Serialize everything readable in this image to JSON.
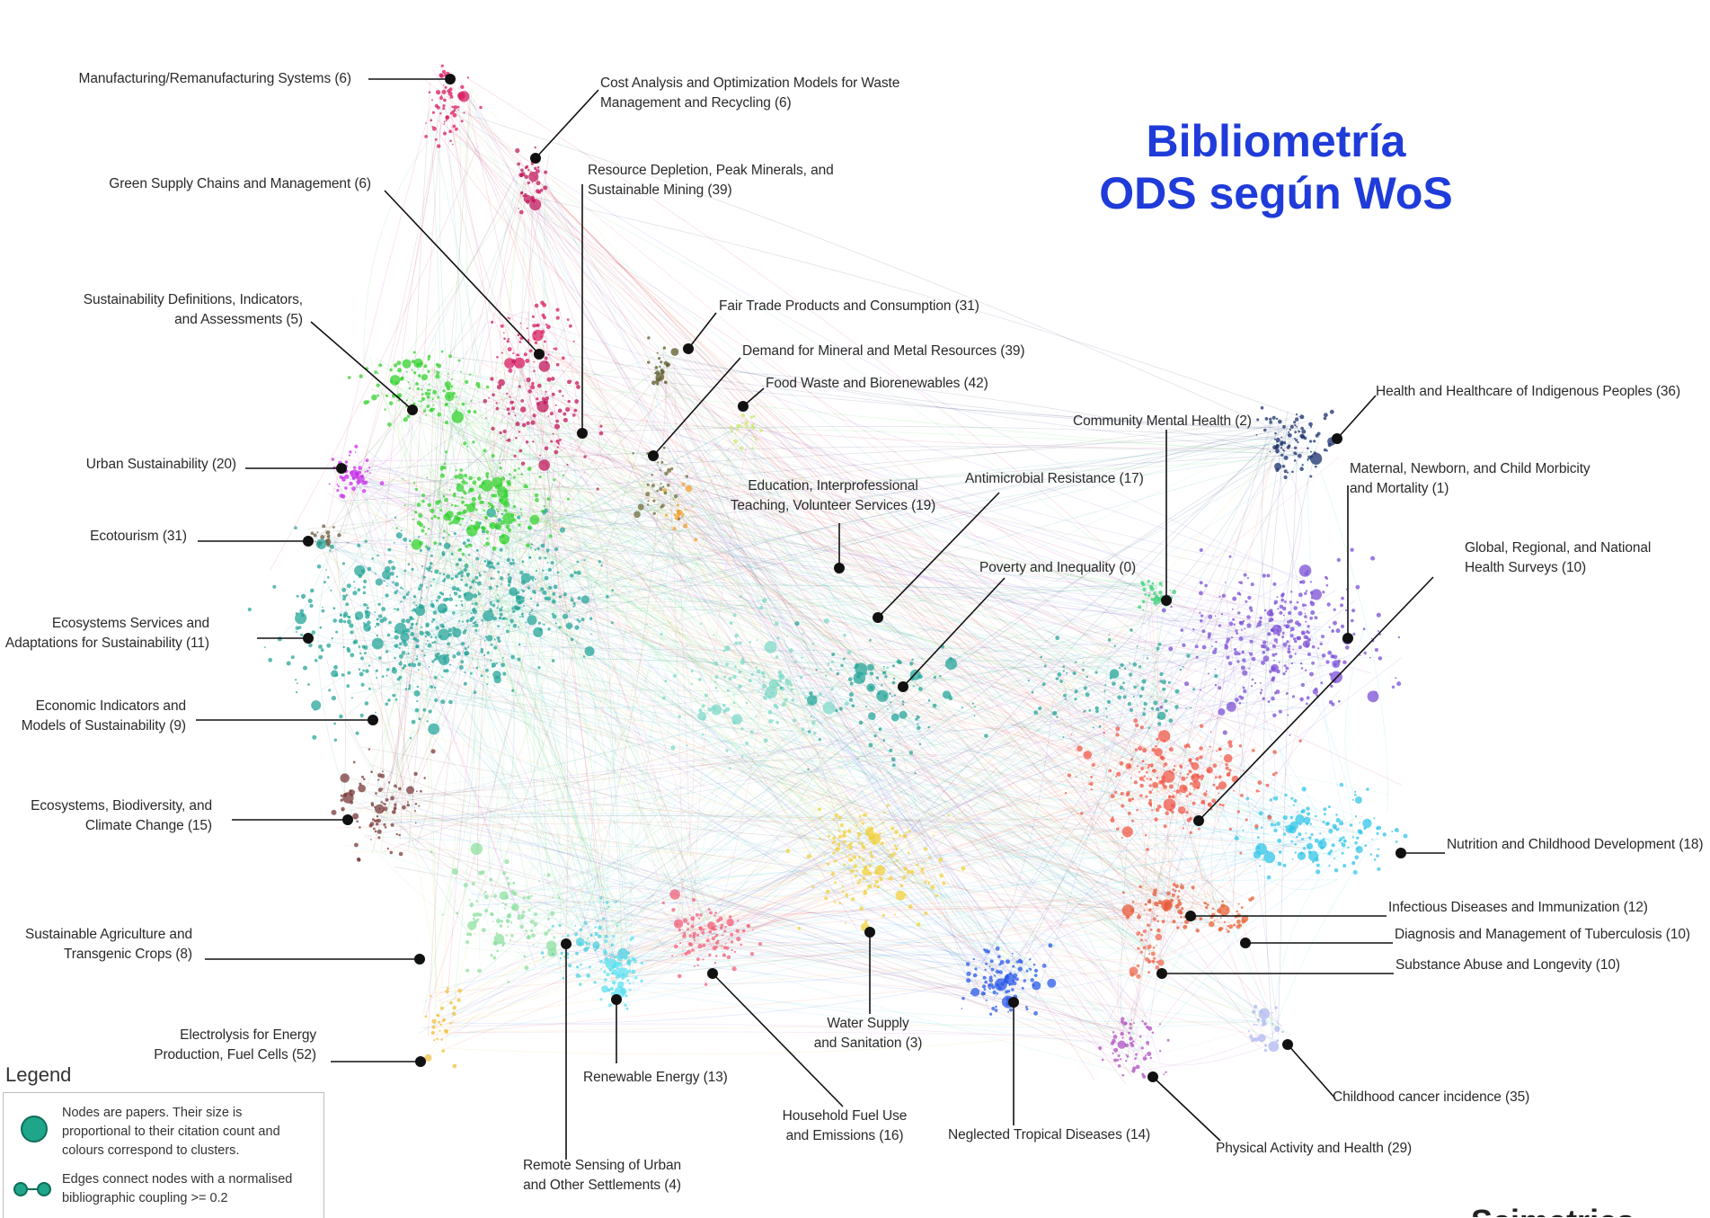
{
  "title": {
    "line1": "Bibliometría",
    "line2": "ODS según WoS"
  },
  "clusters": [
    {
      "label": "Manufacturing/Remanufacturing Systems (6)",
      "color": "#d81b60"
    },
    {
      "label": "Cost Analysis and Optimization Models for Waste\nManagement and Recycling (6)",
      "color": "#c2185b"
    },
    {
      "label": "Green Supply Chains and Management (6)",
      "color": "#d81b60"
    },
    {
      "label": "Resource Depletion, Peak Minerals, and\nSustainable Mining (39)",
      "color": "#c2185b"
    },
    {
      "label": "Sustainability Definitions, Indicators,\nand Assessments (5)",
      "color": "#34d12f"
    },
    {
      "label": "Fair Trade Products and Consumption (31)",
      "color": "#5a5a2a"
    },
    {
      "label": "Demand for Mineral and Metal Resources (39)",
      "color": "#6b6b3a"
    },
    {
      "label": "Food Waste and Biorenewables (42)",
      "color": "#c9e86b"
    },
    {
      "label": "Urban Sustainability (20)",
      "color": "#c82ee8"
    },
    {
      "label": "Health and Healthcare of Indigenous Peoples (36)",
      "color": "#1a2f6b"
    },
    {
      "label": "Community Mental Health (2)",
      "color": "#3fd17a"
    },
    {
      "label": "Maternal, Newborn, and Child Morbicity\nand Mortality (1)",
      "color": "#7b4fd6"
    },
    {
      "label": "Antimicrobial Resistance (17)",
      "color": "#7fd8c8"
    },
    {
      "label": "Education, Interprofessional\nTeaching, Volunteer Services (19)",
      "color": "#f0a030"
    },
    {
      "label": "Ecotourism (31)",
      "color": "#6b5a3a"
    },
    {
      "label": "Global, Regional, and National\nHealth Surveys (10)",
      "color": "#f05a4a"
    },
    {
      "label": "Poverty and Inequality (0)",
      "color": "#26a69a"
    },
    {
      "label": "Ecosystems Services and\nAdaptations for Sustainability (11)",
      "color": "#26a69a"
    },
    {
      "label": "Economic Indicators and\nModels of Sustainability (9)",
      "color": "#26a69a"
    },
    {
      "label": "Ecosystems, Biodiversity, and\nClimate Change (15)",
      "color": "#7a3a3a"
    },
    {
      "label": "Nutrition and Childhood Development (18)",
      "color": "#33c5e8"
    },
    {
      "label": "Infectious Diseases and Immunization (12)",
      "color": "#e85a3a"
    },
    {
      "label": "Diagnosis and Management of Tuberculosis (10)",
      "color": "#e8643a"
    },
    {
      "label": "Substance Abuse and Longevity (10)",
      "color": "#f06a50"
    },
    {
      "label": "Sustainable Agriculture and\nTransgenic Crops (8)",
      "color": "#8fe0a0"
    },
    {
      "label": "Water Supply\nand Sanitation (3)",
      "color": "#f2d03a"
    },
    {
      "label": "Electrolysis for Energy\nProduction, Fuel Cells (52)",
      "color": "#f0c040"
    },
    {
      "label": "Renewable Energy (13)",
      "color": "#5ae0f0"
    },
    {
      "label": "Household Fuel Use\nand Emissions (16)",
      "color": "#f2607a"
    },
    {
      "label": "Childhood cancer incidence (35)",
      "color": "#b0b8f0"
    },
    {
      "label": "Neglected Tropical Diseases (14)",
      "color": "#2a5ae8"
    },
    {
      "label": "Physical Activity and Health (29)",
      "color": "#b050c0"
    },
    {
      "label": "Remote Sensing of Urban\nand Other Settlements (4)",
      "color": "#4fd0e0"
    }
  ],
  "legend": {
    "title": "Legend",
    "nodes_text": "Nodes are papers. Their size is\nproportional to their citation count and\ncolours correspond to clusters.",
    "edges_text": "Edges connect nodes with a normalised\nbibliographic coupling >= 0.2",
    "node_color": "#1fa58a"
  },
  "logo_text": "Scimetrics"
}
